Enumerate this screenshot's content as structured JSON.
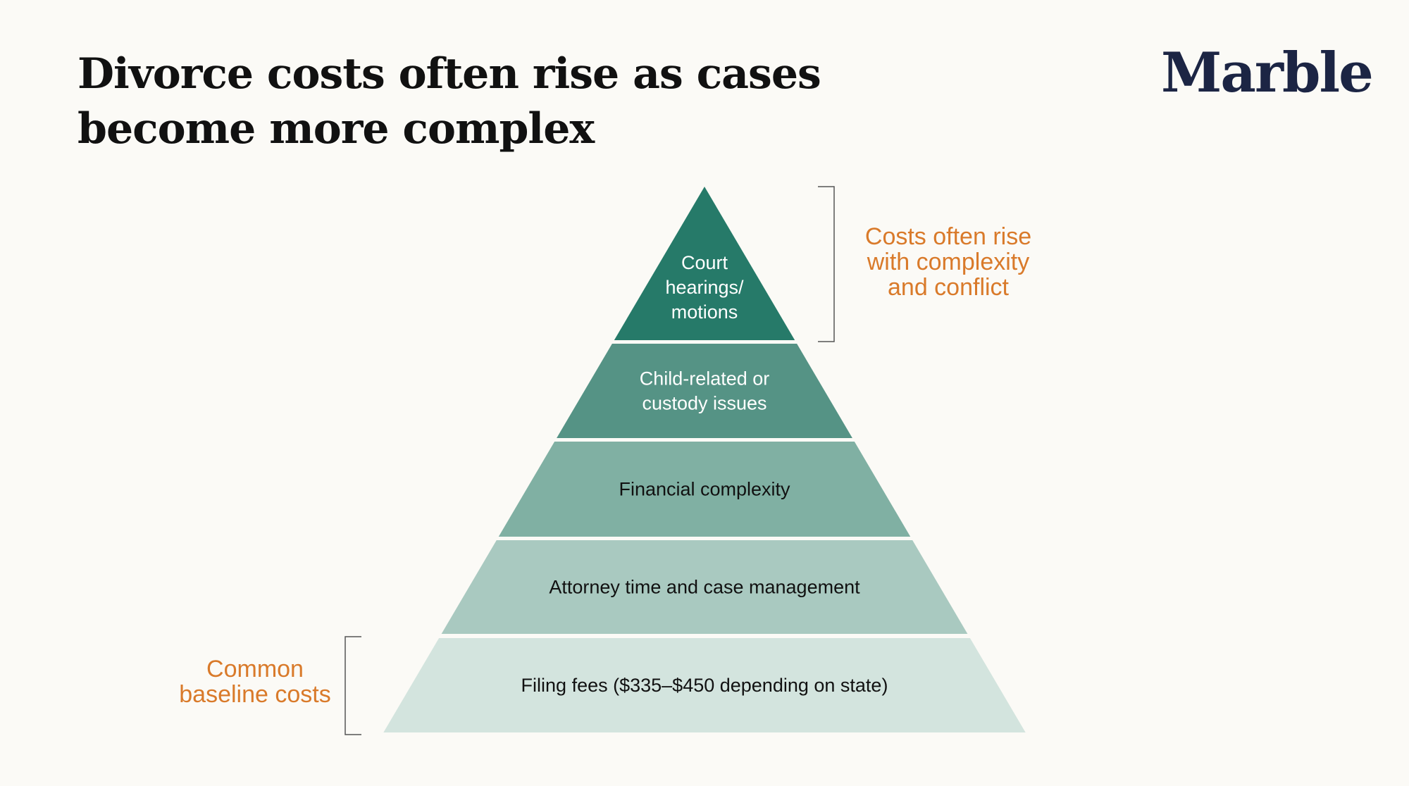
{
  "title": [
    "Divorce costs often rise as cases",
    "become more complex"
  ],
  "logo": "Marble",
  "tiers": [
    {
      "lines": [
        "Court",
        "hearings/",
        "motions"
      ],
      "color": "#267a69",
      "text_color": "#ffffff"
    },
    {
      "lines": [
        "Child-related or",
        "custody issues"
      ],
      "color": "#559385",
      "text_color": "#ffffff"
    },
    {
      "lines": [
        "Financial complexity"
      ],
      "color": "#80b0a3",
      "text_color": "#111111"
    },
    {
      "lines": [
        "Attorney time and case management"
      ],
      "color": "#a9c9c0",
      "text_color": "#111111"
    },
    {
      "lines": [
        "Filing fees ($335–$450 depending on state)"
      ],
      "color": "#d3e4de",
      "text_color": "#111111"
    }
  ],
  "notes": {
    "top": [
      "Costs often rise",
      "with complexity",
      "and conflict"
    ],
    "bottom": [
      "Common",
      "baseline costs"
    ]
  },
  "colors": {
    "accent": "#d97a2a",
    "background": "#fbfaf6",
    "bracket": "#555555"
  }
}
